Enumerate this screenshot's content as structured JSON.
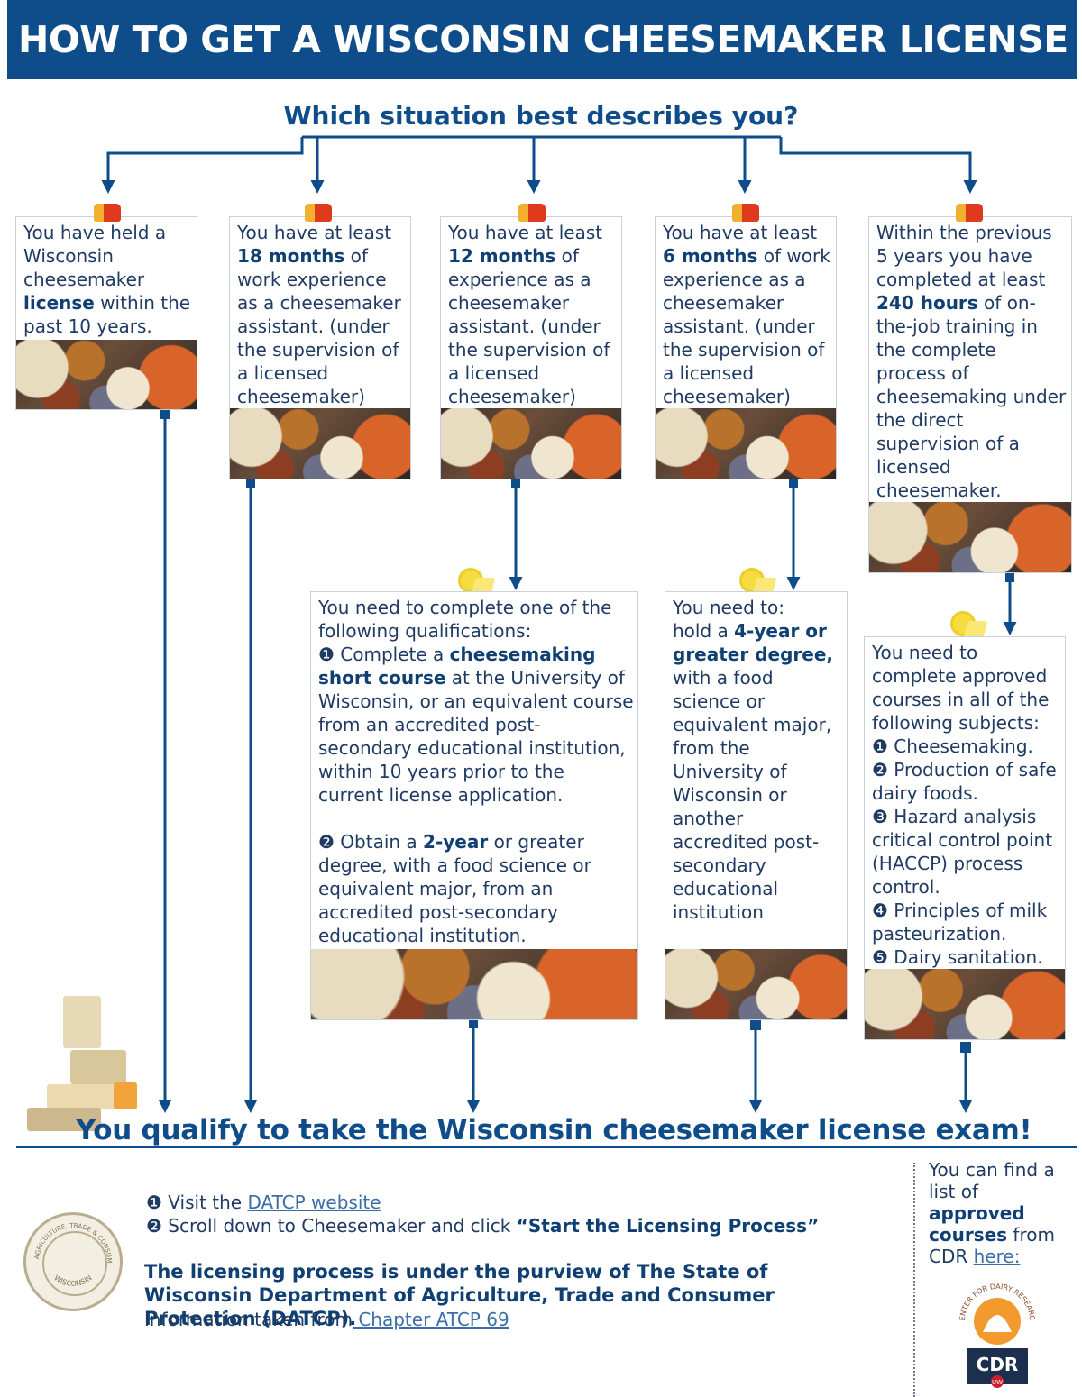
{
  "header": {
    "title": "HOW TO GET A WISCONSIN CHEESEMAKER LICENSE"
  },
  "question": "Which situation best describes you?",
  "situations": [
    {
      "parts": [
        [
          "You have held a Wisconsin cheesemaker ",
          false
        ],
        [
          "license",
          true
        ],
        [
          " within the past 10 years.",
          false
        ]
      ]
    },
    {
      "parts": [
        [
          "You have at least ",
          false
        ],
        [
          "18 months",
          true
        ],
        [
          " of work experience as a cheesemaker assistant. (under the supervision of a licensed cheesemaker)",
          false
        ]
      ]
    },
    {
      "parts": [
        [
          "You have at least ",
          false
        ],
        [
          "12 months",
          true
        ],
        [
          " of experience as a cheesemaker assistant. (under the supervision of a licensed cheesemaker)",
          false
        ]
      ]
    },
    {
      "parts": [
        [
          "You have at least ",
          false
        ],
        [
          "6 months",
          true
        ],
        [
          " of work experience as a cheesemaker assistant. (under the supervision of a licensed cheesemaker)",
          false
        ]
      ]
    },
    {
      "parts": [
        [
          "Within the previous 5 years you have completed at least ",
          false
        ],
        [
          "240 hours",
          true
        ],
        [
          " of on-the-job training in the complete process of cheesemaking under the direct supervision of a licensed cheesemaker.",
          false
        ]
      ]
    }
  ],
  "requirements": [
    {
      "parts": [
        [
          "You need to complete one of the following qualifications:",
          false
        ],
        [
          "\n❶ Complete a ",
          false
        ],
        [
          "cheesemaking short course",
          true
        ],
        [
          " at the University of Wisconsin, or an equivalent course from an accredited post-secondary educational institution, within 10 years prior to the current license application.",
          false
        ],
        [
          "\n\n❷ Obtain a ",
          false
        ],
        [
          "2-year",
          true
        ],
        [
          " or greater degree, with a food science or equivalent major, from an accredited post-secondary educational institution.",
          false
        ]
      ]
    },
    {
      "parts": [
        [
          "You need to:\nhold a ",
          false
        ],
        [
          "4-year or greater degree,",
          true
        ],
        [
          " with a food science or equivalent major, from the University of Wisconsin or another accredited post-secondary educational institution",
          false
        ]
      ]
    },
    {
      "parts": [
        [
          "You need to complete approved courses in all of the following subjects:",
          false
        ],
        [
          "\n❶ Cheesemaking.\n❷ Production of safe dairy foods.\n❸ Hazard analysis critical control point (HACCP) process control.\n❹ Principles of milk pasteurization.\n❺ Dairy sanitation.",
          false
        ]
      ]
    }
  ],
  "qualify_text": "You qualify to take the Wisconsin cheesemaker license exam!",
  "footer": {
    "step1_prefix": "❶ Visit the ",
    "step1_link": "DATCP website",
    "step2_prefix": "❷ Scroll down to Cheesemaker and click ",
    "step2_bold": "“Start the Licensing Process”",
    "purview": "The licensing process is under the purview of The State of Wisconsin Department of Agriculture, Trade and Consumer Protection (DATCP).",
    "info_prefix": "Information taken from",
    "info_link": " Chapter ATCP 69",
    "side_note_a": "You can find a list of ",
    "side_note_bold": "approved courses",
    "side_note_b": " from CDR ",
    "side_note_link": "here:",
    "seal_top": "DEPARTMENT OF AGRICULTURE, TRADE & CONSUMER PROTECTION",
    "seal_bottom": "WISCONSIN",
    "cdr_ring": "CENTER FOR DAIRY RESEARCH",
    "cdr_abbr": "CDR",
    "cdr_uw": "UW"
  },
  "colors": {
    "navy": "#0f4c8a",
    "text": "#1f3b63",
    "cheese_red": "#e03a1e",
    "wheel_yellow": "#f6dc3f"
  }
}
